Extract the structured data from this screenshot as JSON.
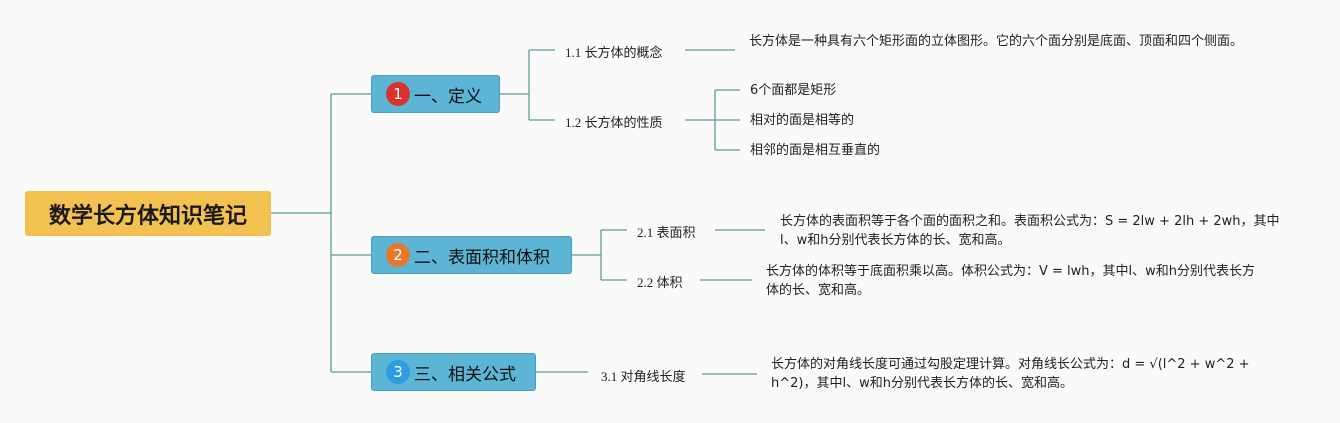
{
  "root": {
    "title": "数学长方体知识笔记"
  },
  "colors": {
    "root_fill": "#f3c14f",
    "branch_fill": "#5db5d6",
    "line": "#5a9e96",
    "badge_1": "#d9342b",
    "badge_2": "#e8772e",
    "badge_3": "#2f9be0"
  },
  "branches": [
    {
      "badge": "1",
      "label": "一、定义",
      "children": [
        {
          "label": "1.1 长方体的概念",
          "details": [
            "长方体是一种具有六个矩形面的立体图形。它的六个面分别是底面、顶面和四个侧面。"
          ]
        },
        {
          "label": "1.2 长方体的性质",
          "details": [
            "6个面都是矩形",
            "相对的面是相等的",
            "相邻的面是相互垂直的"
          ]
        }
      ]
    },
    {
      "badge": "2",
      "label": "二、表面积和体积",
      "children": [
        {
          "label": "2.1 表面积",
          "details": [
            "长方体的表面积等于各个面的面积之和。表面积公式为：S = 2lw + 2lh + 2wh，其中l、w和h分别代表长方体的长、宽和高。"
          ]
        },
        {
          "label": "2.2 体积",
          "details": [
            "长方体的体积等于底面积乘以高。体积公式为：V = lwh，其中l、w和h分别代表长方体的长、宽和高。"
          ]
        }
      ]
    },
    {
      "badge": "3",
      "label": "三、相关公式",
      "children": [
        {
          "label": "3.1 对角线长度",
          "details": [
            "长方体的对角线长度可通过勾股定理计算。对角线长公式为：d = √(l^2 + w^2 + h^2)，其中l、w和h分别代表长方体的长、宽和高。"
          ]
        }
      ]
    }
  ]
}
